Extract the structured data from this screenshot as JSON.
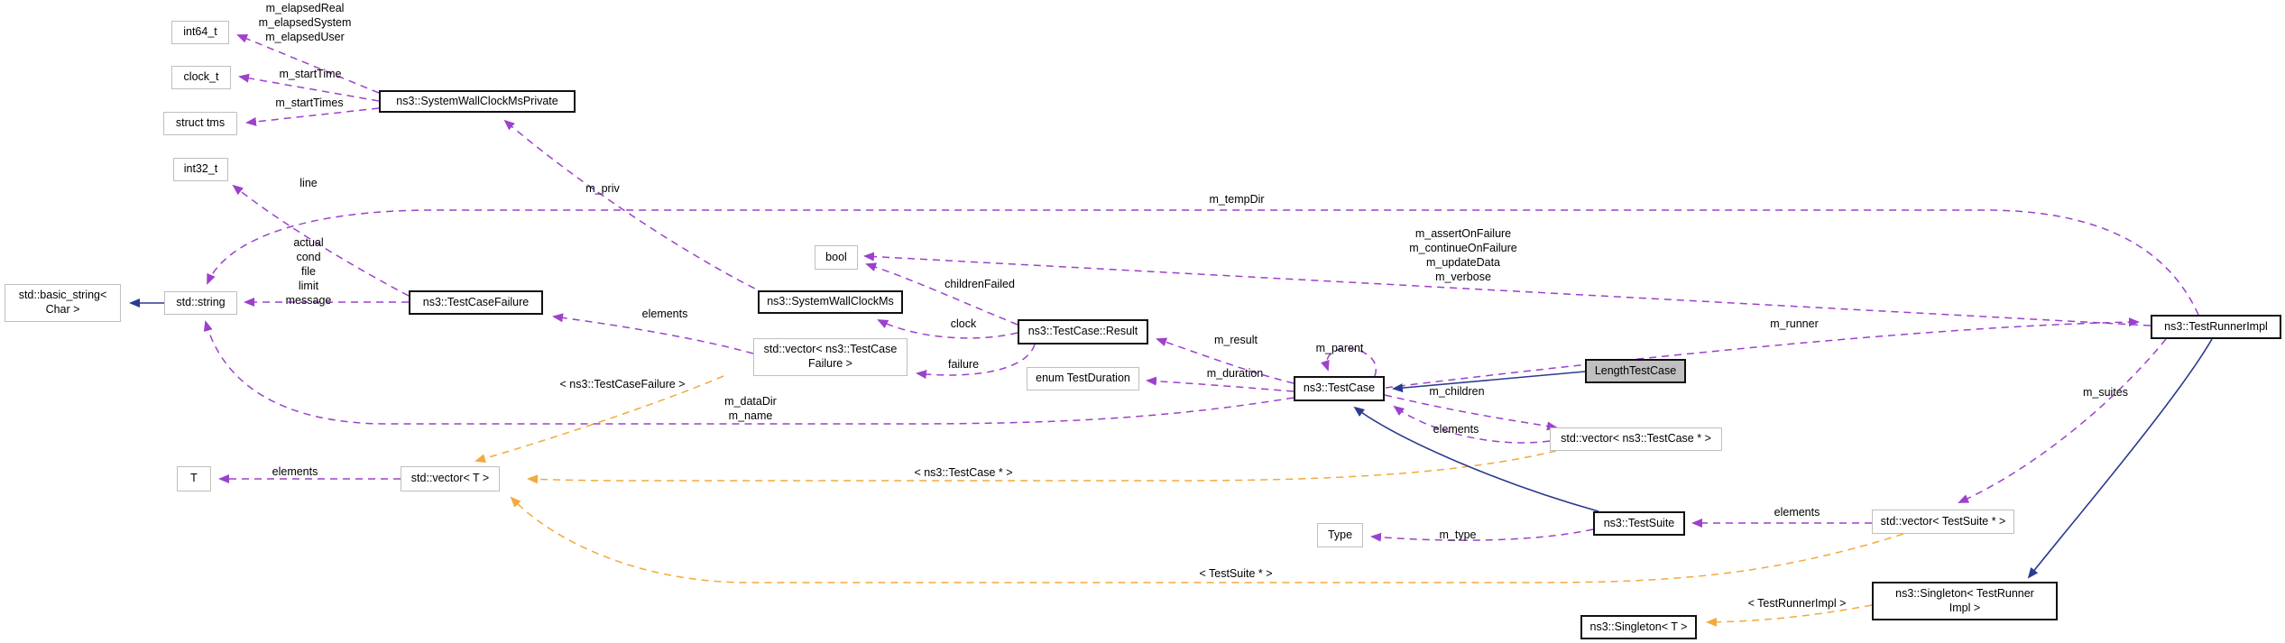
{
  "colors": {
    "usage_edge": "#9c41cb",
    "template_edge": "#f2a93d",
    "inheritance_edge": "#2c3b8f",
    "node_border_plain": "#bfbfbf",
    "node_border_bold": "#0f0f0f",
    "highlight_node_fill": "#bfbfbf",
    "background": "#ffffff"
  },
  "nodes": {
    "int64_t": "int64_t",
    "clock_t": "clock_t",
    "struct_tms": "struct tms",
    "int32_t": "int32_t",
    "swcms_private": "ns3::SystemWallClockMsPrivate",
    "basic_string": "std::basic_string<\nChar >",
    "std_string": "std::string",
    "testcasefailure": "ns3::TestCaseFailure",
    "bool": "bool",
    "swcms": "ns3::SystemWallClockMs",
    "vec_tcf": "std::vector< ns3::TestCase\nFailure >",
    "result": "ns3::TestCase::Result",
    "enum_duration": "enum TestDuration",
    "testcase": "ns3::TestCase",
    "lengthtestcase": "LengthTestCase",
    "vec_tc": "std::vector< ns3::TestCase * >",
    "testrunnerimpl": "ns3::TestRunnerImpl",
    "t": "T",
    "vec_t": "std::vector< T >",
    "type": "Type",
    "testsuite": "ns3::TestSuite",
    "vec_ts": "std::vector< TestSuite * >",
    "singleton_tri": "ns3::Singleton< TestRunner\nImpl >",
    "singleton_t": "ns3::Singleton< T >"
  },
  "labels": {
    "elapsed": "m_elapsedReal\nm_elapsedSystem\nm_elapsedUser",
    "m_startTime": "m_startTime",
    "m_startTimes": "m_startTimes",
    "line": "line",
    "failure_fields": "actual\ncond\nfile\nlimit\nmessage",
    "m_priv": "m_priv",
    "m_tempDir": "m_tempDir",
    "bool_fields": "m_assertOnFailure\nm_continueOnFailure\nm_updateData\nm_verbose",
    "childrenFailed": "childrenFailed",
    "elements_failures": "elements",
    "clock": "clock",
    "failure": "failure",
    "m_result": "m_result",
    "m_duration": "m_duration",
    "m_parent": "m_parent",
    "m_children": "m_children",
    "m_runner": "m_runner",
    "elements_children": "elements",
    "m_dataDir_m_name": "m_dataDir\nm_name",
    "tcf_template": "< ns3::TestCaseFailure >",
    "tc_template": "< ns3::TestCase * >",
    "ts_template": "< TestSuite * >",
    "tri_template": "< TestRunnerImpl >",
    "elements_t": "elements",
    "m_type": "m_type",
    "elements_suites": "elements",
    "m_suites": "m_suites"
  }
}
